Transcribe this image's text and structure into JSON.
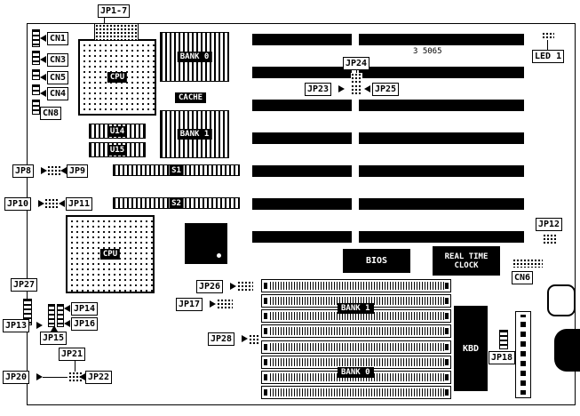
{
  "board": {
    "silkscreen_code": "3 5065"
  },
  "chips": {
    "cpu": "CPU",
    "bank0_cache": "BANK 0",
    "cache": "CACHE",
    "bank1_cache": "BANK 1",
    "u14": "U14",
    "u15": "U15",
    "s1": "S1",
    "s2": "S2",
    "bios": "BIOS",
    "rtc1": "REAL TIME",
    "rtc2": "CLOCK",
    "kbd": "KBD",
    "simm_bank1": "BANK 1",
    "simm_bank0": "BANK 0"
  },
  "callouts": {
    "jp1_7": "JP1-7",
    "cn1": "CN1",
    "cn3": "CN3",
    "cn5": "CN5",
    "cn4": "CN4",
    "cn8": "CN8",
    "jp8": "JP8",
    "jp9": "JP9",
    "jp10": "JP10",
    "jp11": "JP11",
    "jp24": "JP24",
    "jp23": "JP23",
    "jp25": "JP25",
    "led1": "LED 1",
    "jp12": "JP12",
    "cn6": "CN6",
    "jp26": "JP26",
    "jp17": "JP17",
    "jp28": "JP28",
    "jp27": "JP27",
    "jp14": "JP14",
    "jp13": "JP13",
    "jp16": "JP16",
    "jp15": "JP15",
    "jp21": "JP21",
    "jp20": "JP20",
    "jp22": "JP22",
    "jp18": "JP18"
  }
}
